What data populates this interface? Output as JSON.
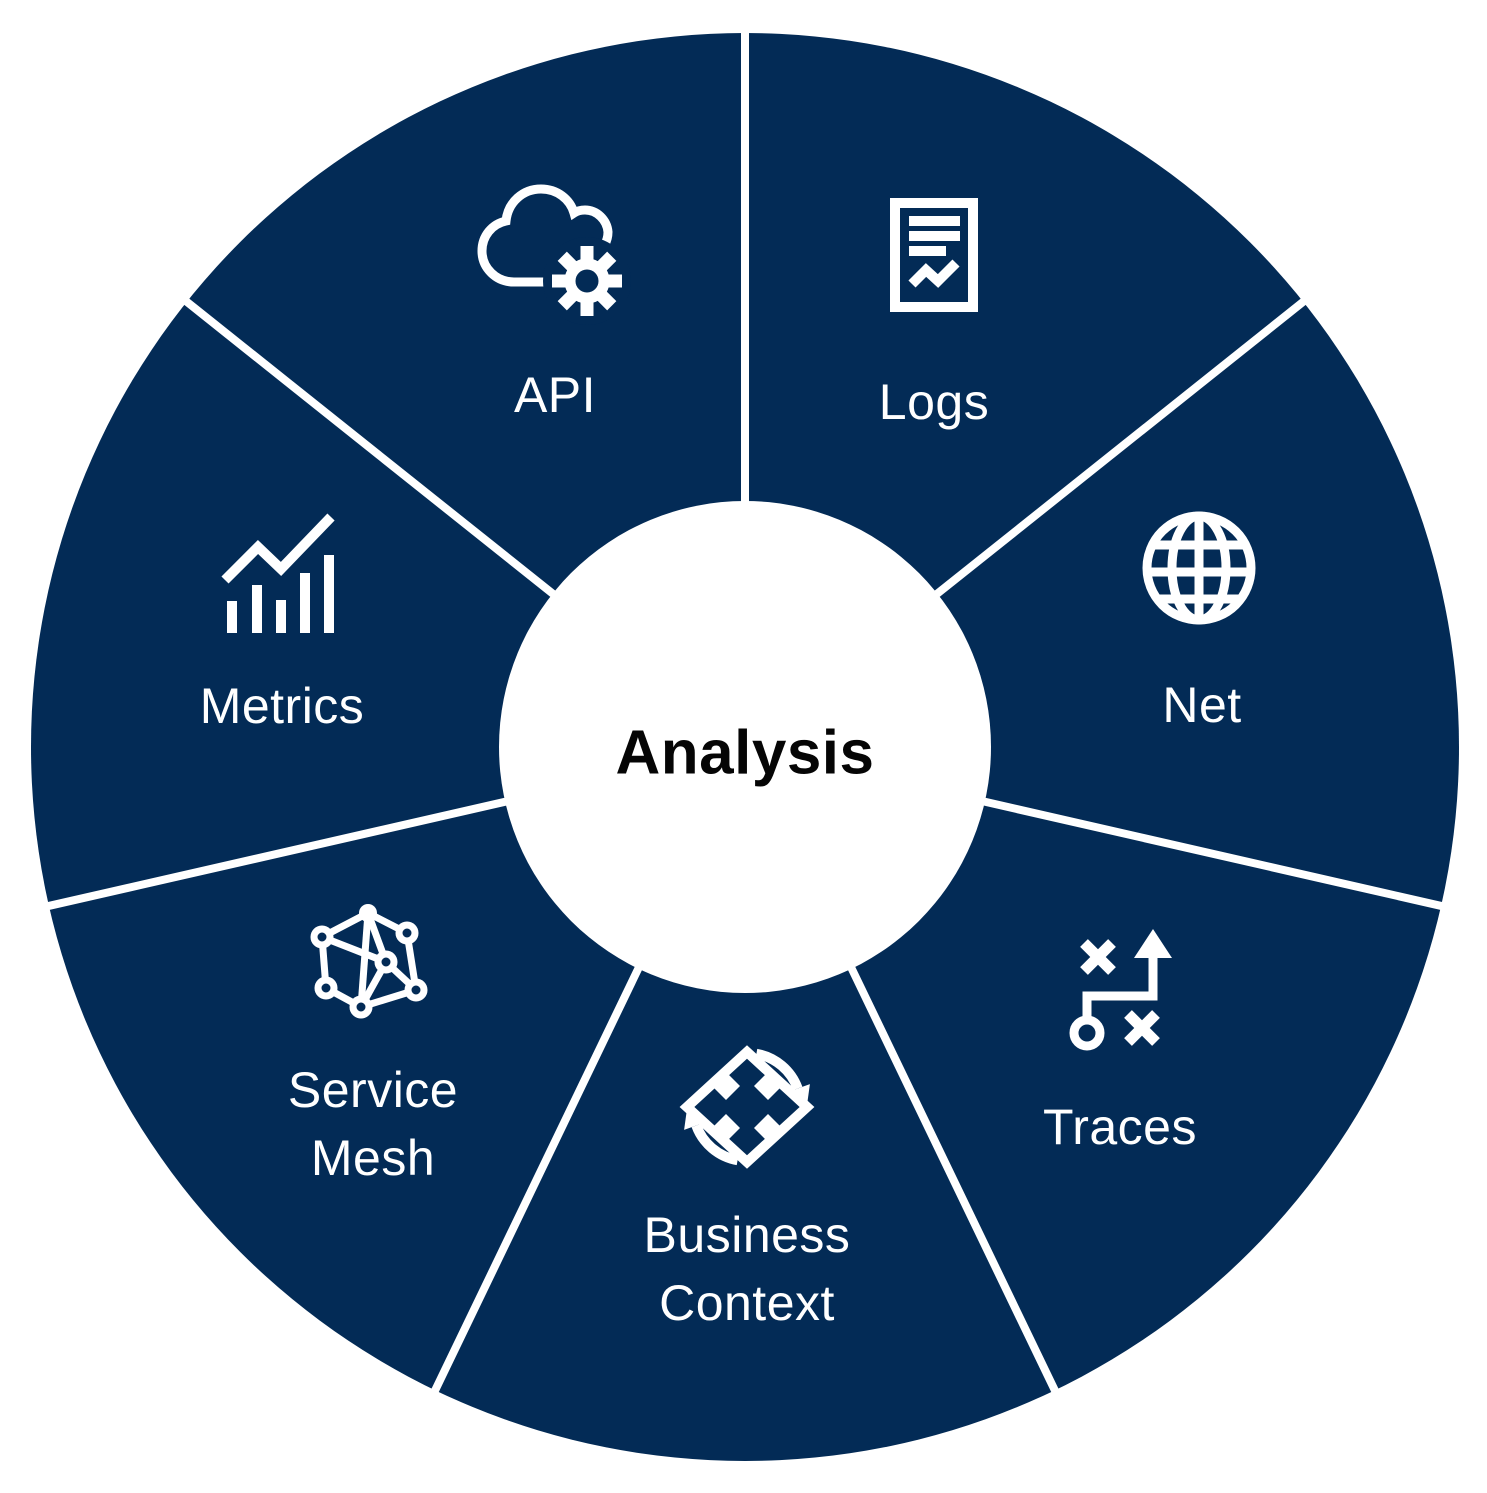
{
  "diagram": {
    "type": "segmented-wheel",
    "center": {
      "label": "Analysis"
    },
    "colors": {
      "segment_fill": "#032b56",
      "divider": "#ffffff",
      "label_text": "#ffffff",
      "center_fill": "#ffffff",
      "center_text": "#000000"
    },
    "segments": [
      {
        "id": "logs",
        "label": "Logs",
        "icon": "document-report-icon"
      },
      {
        "id": "net",
        "label": "Net",
        "icon": "globe-icon"
      },
      {
        "id": "traces",
        "label": "Traces",
        "icon": "route-strategy-icon"
      },
      {
        "id": "business-context",
        "label": "Business\nContext",
        "icon": "sync-diamond-icon"
      },
      {
        "id": "service-mesh",
        "label": "Service\nMesh",
        "icon": "mesh-network-icon"
      },
      {
        "id": "metrics",
        "label": "Metrics",
        "icon": "bar-chart-icon"
      },
      {
        "id": "api",
        "label": "API",
        "icon": "cloud-gear-icon"
      }
    ]
  }
}
